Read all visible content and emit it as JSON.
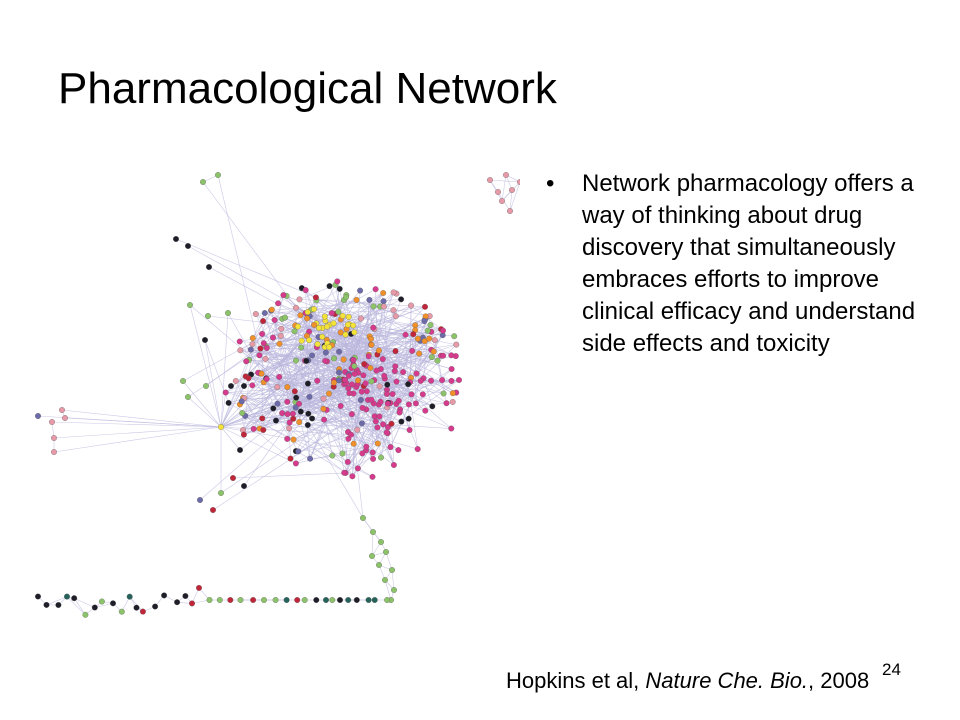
{
  "slide": {
    "title": "Pharmacological Network",
    "bullet_mark": "•",
    "bullets": [
      "Network pharmacology offers a way of thinking about drug discovery that simultaneously embraces efforts to improve clinical efficacy and understand side effects and toxicity"
    ],
    "citation": {
      "authors": "Hopkins et al, ",
      "journal": "Nature Che. Bio.",
      "year": ", 2008"
    },
    "page_number": "24"
  },
  "colors": {
    "edge": "#b9b6dc",
    "node_pink": "#d63a8c",
    "node_red": "#c0263a",
    "node_black": "#1e1e28",
    "node_green": "#8cc26a",
    "node_yellow": "#f2e23a",
    "node_orange": "#f0902a",
    "node_purple": "#6c6aa8",
    "node_lightpink": "#e69aa8",
    "node_teal": "#24625a"
  }
}
